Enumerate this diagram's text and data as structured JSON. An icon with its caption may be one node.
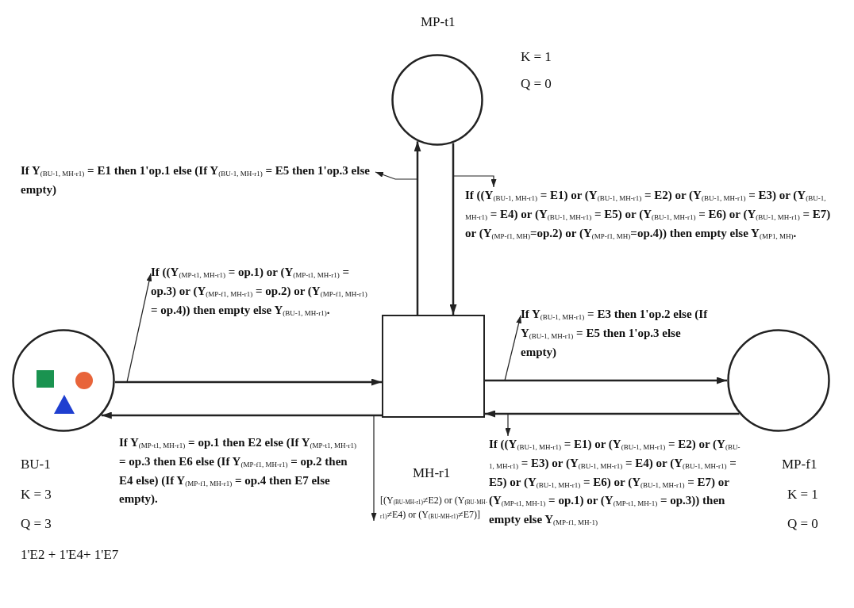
{
  "diagram": {
    "nodes": [
      {
        "text": [
          "MP-t1"
        ],
        "beside": [
          "K = 1",
          "Q = 0"
        ]
      },
      {
        "text": [
          "BU-1"
        ],
        "beside": [
          "K = 3",
          "Q = 3",
          "1'E2 + 1'E4+ 1'E7"
        ]
      },
      {
        "text": [
          "MH-r1"
        ]
      },
      {
        "text": [
          "MP-f1"
        ]
      },
      {
        "text": [
          "If Y$_{(BU-1, MH-r1)}$ = E1 then 1'op.1 else (If Y$_{(BU-1, MH-r1)}$ = E5 then 1'op.3 else empty)"
        ]
      },
      {
        "text": [
          "If ((Y$_{(BU-1, MH-r1)}$ = E1) or (Y$_{(BU-1, MH-r1)}$ = E2) or (Y$_{(BU-1, MH-r1)}$ = E3) or (Y$_{(BU-1, MH-r1)}$ = E4) or (Y$_{(BU-1, MH-r1)}$ = E5) or (Y$_{(BU-1, MH-r1)}$ = E6) or (Y$_{(BU-1, MH-r1)}$ = E7) or (Y$_{(MP-f1, MH)}$=op.2) or (Y$_{(MP-f1, MH)}$=op.4)) then empty else Y$_{(MP1, MH)}$."
        ]
      },
      {
        "text": [
          "If ((Y$_{(MP-t1, MH-r1)}$ = op.1) or (Y$_{(MP-t1, MH-r1)}$ = op.3) or (Y$_{(MP-f1, MH-r1)}$ = op.2) or (Y$_{(MP-f1, MH-r1)}$ = op.4)) then empty else Y$_{(BU-1, MH-r1)}$."
        ]
      },
      {
        "text": [
          "If Y$_{(BU-1, MH-r1)}$ = E3 then 1'op.2 else (If Y$_{(BU-1, MH-r1)}$ = E5 then 1'op.3 else empty)"
        ]
      },
      {
        "text": [
          "If ((Y$_{(BU-1, MH-r1)}$ = E1) or (Y$_{(BU-1, MH-r1)}$ = E2) or (Y$_{(BU-1, MH-r1)}$ = E3) or (Y$_{(BU-1, MH-r1)}$ = E4) or (Y$_{(BU-1, MH-r1)}$ = E5) or (Y$_{(BU-1, MH-r1)}$ = E6) or (Y$_{(BU-1, MH-r1)}$ = E7) or (Y$_{(MP-t1, MH-1)}$ = op.1) or (Y$_{(MP-t1, MH-1)}$ = op.3)) then empty else Y$_{(MP-f1, MH-1)}$"
        ]
      }
    ],
    "edges": [
      {
        "from": 0,
        "to": 2,
        "arrow": "to"
      },
      {
        "from": 2,
        "to": 0,
        "arrow": "to"
      },
      {
        "from": 1,
        "to": 2,
        "arrow": "to"
      },
      {
        "from": 2,
        "to": 1,
        "arrow": "to",
        "label": "If Y$_{(MP-t1, MH-r1)}$ = op.1 then E2 else (If Y$_{(MP-t1, MH-r1)}$ = op.3 then E6 else (If Y$_{(MP-f1, MH-r1)}$ = op.2 then E4 else) (If Y$_{(MP-f1, MH-r1)}$ = op.4 then E7 else empty)."
      },
      {
        "from": 3,
        "to": 2,
        "arrow": "to"
      },
      {
        "from": 2,
        "to": 3,
        "arrow": "to"
      },
      {
        "from": 2,
        "to": null,
        "arrow": "to",
        "label": "[(Y$_{(BU-MH-r1)}$≠E2) or (Y$_{(BU-MH-r1)}$≠E4) or (Y$_{(BU-MH-r1)}$≠E7)]"
      },
      {
        "from": null,
        "to": 4,
        "arrow": "to"
      },
      {
        "from": null,
        "to": 5,
        "arrow": "to"
      },
      {
        "from": null,
        "to": 6,
        "arrow": "to"
      },
      {
        "from": null,
        "to": 7,
        "arrow": "to"
      },
      {
        "from": null,
        "to": 8,
        "arrow": "to"
      }
    ],
    "labels": [
      "K = 1",
      "Q = 0"
    ]
  }
}
